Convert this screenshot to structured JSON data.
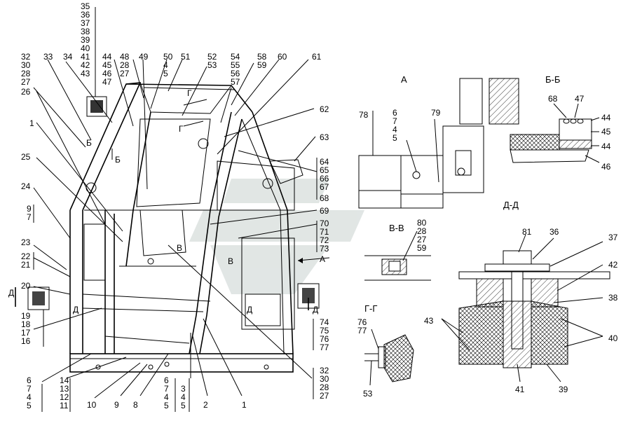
{
  "watermark_color": "#c9d2cf",
  "section_titles": {
    "view_a": "А",
    "section_bb": "Б-Б",
    "section_vv": "В-В",
    "section_gg": "Г-Г",
    "section_dd": "Д-Д"
  },
  "markers": {
    "b1": "Б",
    "b2": "Б",
    "v1": "В",
    "v2": "В",
    "g1": "Г",
    "g2": "Г",
    "d1": "Д",
    "d2": "Д",
    "d3": "Д",
    "d4": "Д",
    "a1": "А"
  },
  "callouts": {
    "top_stack": [
      "35",
      "36",
      "37",
      "38",
      "39",
      "40",
      "41",
      "42",
      "43"
    ],
    "c32": [
      "32",
      "30",
      "28",
      "27"
    ],
    "c33": "33",
    "c34": "34",
    "c44": [
      "44",
      "45",
      "46",
      "47"
    ],
    "c48": [
      "48",
      "28",
      "27"
    ],
    "c49": "49",
    "c50": [
      "50",
      "4",
      "5"
    ],
    "c51": "51",
    "c52": [
      "52",
      "53"
    ],
    "c54": [
      "54",
      "55",
      "56",
      "57"
    ],
    "c58": [
      "58",
      "59"
    ],
    "c60": "60",
    "c61": "61",
    "c62": "62",
    "c63": "63",
    "c64": [
      "64",
      "65",
      "66",
      "67",
      "68"
    ],
    "c69": "69",
    "c70": [
      "70",
      "71",
      "72",
      "73"
    ],
    "c74": [
      "74",
      "75",
      "76",
      "77"
    ],
    "c26": "26",
    "c1a": "1",
    "c25": "25",
    "c24": "24",
    "c9": [
      "9",
      "7"
    ],
    "c23": "23",
    "c22": [
      "22",
      "21"
    ],
    "c20": "20",
    "c19": [
      "19",
      "18",
      "17",
      "16"
    ],
    "c6a": [
      "6",
      "7",
      "4",
      "5"
    ],
    "c14": [
      "14",
      "13",
      "12",
      "11"
    ],
    "c10": "10",
    "c9b": "9",
    "c8": "8",
    "c6b": [
      "6",
      "7",
      "4",
      "5"
    ],
    "c3": [
      "3",
      "4",
      "5"
    ],
    "c2": "2",
    "c1b": "1",
    "c32b": [
      "32",
      "30",
      "28",
      "27"
    ],
    "a78": "78",
    "a6": [
      "6",
      "7",
      "4",
      "5"
    ],
    "a79": "79",
    "bb68": "68",
    "bb47": "47",
    "bb44a": "44",
    "bb45": "45",
    "bb44b": "44",
    "bb46": "46",
    "vv80": [
      "80",
      "28",
      "27",
      "59"
    ],
    "gg76": [
      "76",
      "77"
    ],
    "gg53": "53",
    "dd81": "81",
    "dd36": "36",
    "dd37": "37",
    "dd42": "42",
    "dd38": "38",
    "dd43": "43",
    "dd40": "40",
    "dd41": "41",
    "dd39": "39"
  }
}
